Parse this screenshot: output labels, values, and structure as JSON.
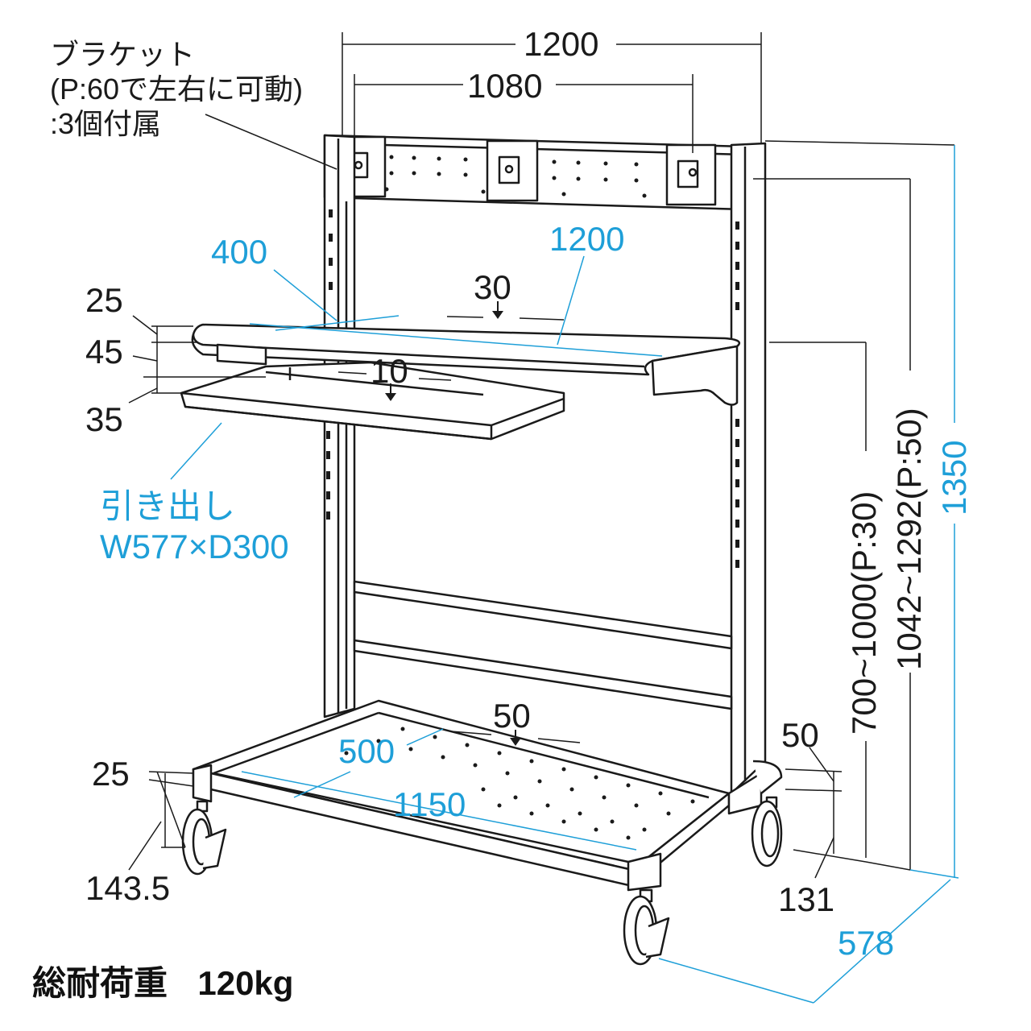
{
  "bracket_note": {
    "line1": "ブラケット",
    "line2": "(P:60で左右に可動)",
    "line3": ":3個付属"
  },
  "drawer_note": {
    "line1": "引き出し",
    "line2": "W577×D300"
  },
  "dimensions": {
    "overall_width": "1200",
    "bracket_span": "1080",
    "desk_depth": "400",
    "desk_width": "1200",
    "desk_thickness": "30",
    "drawer_thickness": "10",
    "bottom_shelf_thickness": "50",
    "bottom_depth": "500",
    "bottom_width": "1150",
    "left_25_top": "25",
    "left_45": "45",
    "left_35": "35",
    "left_25_bottom": "25",
    "caster_height": "143.5",
    "right_50": "50",
    "right_131": "131",
    "overall_depth": "578",
    "desk_height_range": "700~1000(P:30)",
    "bracket_height_range": "1042~1292(P:50)",
    "overall_height": "1350"
  },
  "load_capacity": {
    "label": "総耐荷重",
    "value": "120kg"
  },
  "colors": {
    "line": "#1a1a1a",
    "dimension_accent": "#1e9fd8"
  }
}
